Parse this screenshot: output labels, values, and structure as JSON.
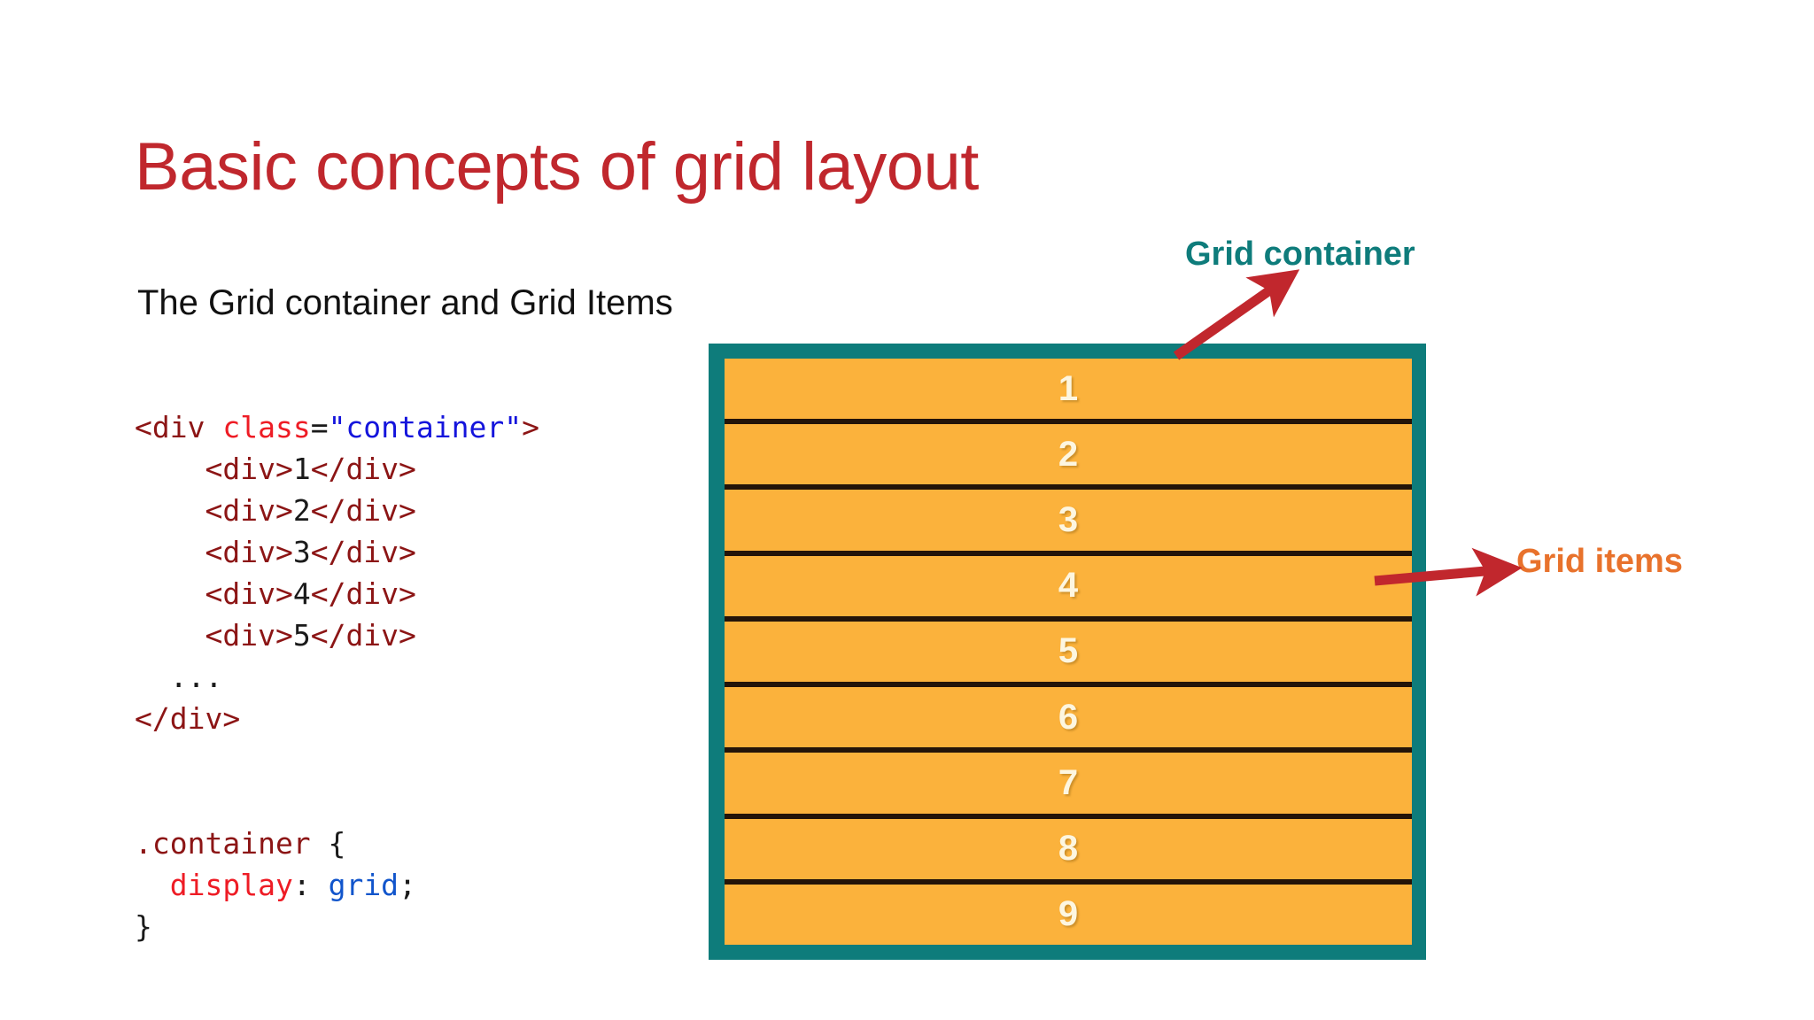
{
  "slide": {
    "title": "Basic concepts of grid layout",
    "subtitle": "The Grid container and Grid Items",
    "title_color": "#C0272D",
    "background_color": "#FFFFFF"
  },
  "code": {
    "language": "html-css",
    "lines": [
      {
        "id": "l1",
        "tokens": [
          {
            "t": "<div ",
            "c": "tag"
          },
          {
            "t": "class",
            "c": "attr"
          },
          {
            "t": "=",
            "c": "plain"
          },
          {
            "t": "\"container\"",
            "c": "str"
          },
          {
            "t": ">",
            "c": "tag"
          }
        ]
      },
      {
        "id": "l2",
        "tokens": [
          {
            "t": "    ",
            "c": "plain"
          },
          {
            "t": "<div>",
            "c": "tag"
          },
          {
            "t": "1",
            "c": "plain"
          },
          {
            "t": "</div>",
            "c": "tag"
          }
        ]
      },
      {
        "id": "l3",
        "tokens": [
          {
            "t": "    ",
            "c": "plain"
          },
          {
            "t": "<div>",
            "c": "tag"
          },
          {
            "t": "2",
            "c": "plain"
          },
          {
            "t": "</div>",
            "c": "tag"
          }
        ]
      },
      {
        "id": "l4",
        "tokens": [
          {
            "t": "    ",
            "c": "plain"
          },
          {
            "t": "<div>",
            "c": "tag"
          },
          {
            "t": "3",
            "c": "plain"
          },
          {
            "t": "</div>",
            "c": "tag"
          }
        ]
      },
      {
        "id": "l5",
        "tokens": [
          {
            "t": "    ",
            "c": "plain"
          },
          {
            "t": "<div>",
            "c": "tag"
          },
          {
            "t": "4",
            "c": "plain"
          },
          {
            "t": "</div>",
            "c": "tag"
          }
        ]
      },
      {
        "id": "l6",
        "tokens": [
          {
            "t": "    ",
            "c": "plain"
          },
          {
            "t": "<div>",
            "c": "tag"
          },
          {
            "t": "5",
            "c": "plain"
          },
          {
            "t": "</div>",
            "c": "tag"
          }
        ]
      },
      {
        "id": "l7",
        "tokens": [
          {
            "t": "  ...",
            "c": "plain"
          }
        ]
      },
      {
        "id": "l8",
        "tokens": [
          {
            "t": "</div>",
            "c": "tag"
          }
        ]
      },
      {
        "id": "l9",
        "tokens": []
      },
      {
        "id": "l10",
        "tokens": []
      },
      {
        "id": "l11",
        "tokens": [
          {
            "t": ".container",
            "c": "sel"
          },
          {
            "t": " {",
            "c": "punct"
          }
        ]
      },
      {
        "id": "l12",
        "tokens": [
          {
            "t": "  ",
            "c": "plain"
          },
          {
            "t": "display",
            "c": "prop"
          },
          {
            "t": ": ",
            "c": "punct"
          },
          {
            "t": "grid",
            "c": "val"
          },
          {
            "t": ";",
            "c": "punct"
          }
        ]
      },
      {
        "id": "l13",
        "tokens": [
          {
            "t": "}",
            "c": "punct"
          }
        ]
      }
    ]
  },
  "diagram": {
    "container": {
      "border_color": "#0E7C7B",
      "gap_color": "#231409",
      "item_color": "#FBB23C",
      "item_text_color": "#FDF6E0",
      "items": [
        "1",
        "2",
        "3",
        "4",
        "5",
        "6",
        "7",
        "8",
        "9"
      ]
    },
    "annotations": [
      {
        "id": "grid-container",
        "label": "Grid container",
        "color": "#0E7C7B",
        "arrow_color": "#C1272D",
        "arrow_direction": "up-right"
      },
      {
        "id": "grid-items",
        "label": "Grid items",
        "color": "#E8722C",
        "arrow_color": "#C1272D",
        "arrow_direction": "right"
      }
    ]
  }
}
